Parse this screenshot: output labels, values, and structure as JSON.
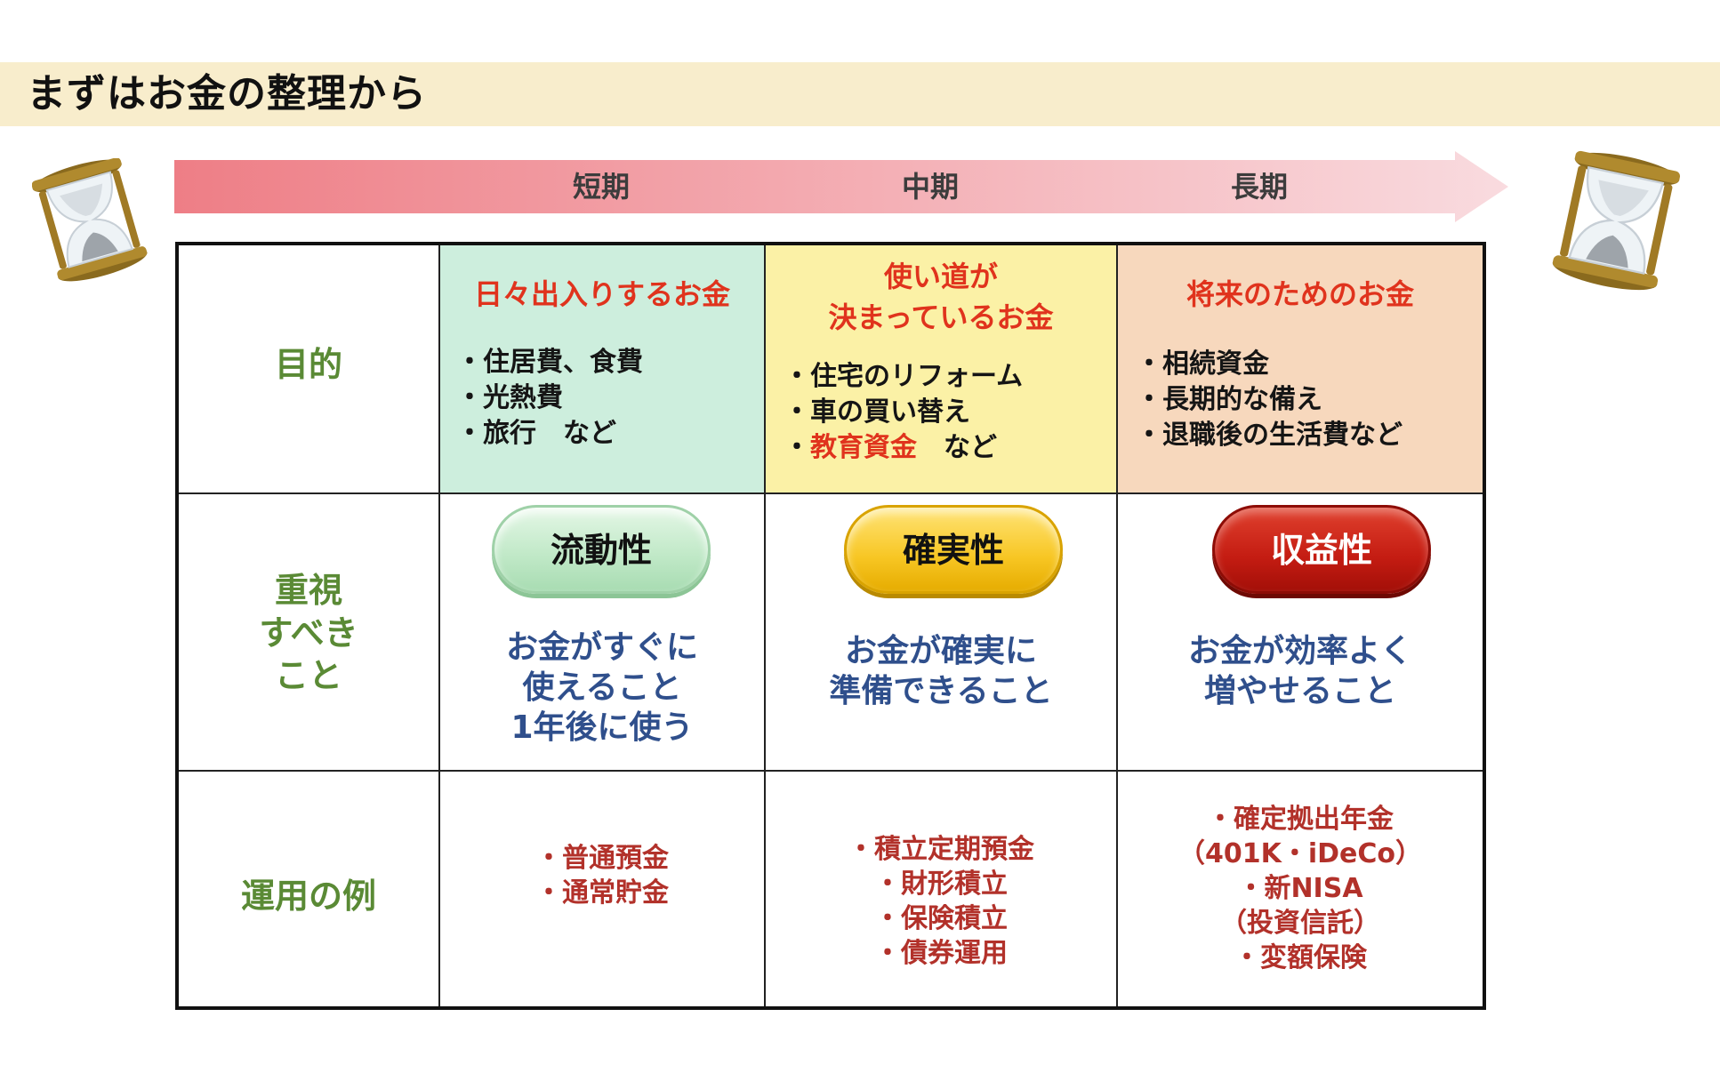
{
  "title": "まずはお金の整理から",
  "timeline": {
    "periods": [
      "短期",
      "中期",
      "長期"
    ]
  },
  "row_labels": {
    "purpose": "目的",
    "priority_lines": [
      "重視",
      "すべき",
      "こと"
    ],
    "examples": "運用の例"
  },
  "columns": [
    {
      "purpose_title_lines": [
        "日々出入りするお金"
      ],
      "purpose_items": [
        "住居費、食費",
        "光熱費",
        "旅行　など"
      ],
      "priority_badge": "流動性",
      "priority_desc_lines": [
        "お金がすぐに",
        "使えること",
        "1年後に使う"
      ],
      "example_lines": [
        "・普通預金",
        "・通常貯金"
      ]
    },
    {
      "purpose_title_lines": [
        "使い道が",
        "決まっているお金"
      ],
      "purpose_items": [
        "住宅のリフォーム",
        "車の買い替え"
      ],
      "purpose_item_highlight": "教育資金",
      "purpose_item_suffix": "　など",
      "priority_badge": "確実性",
      "priority_desc_lines": [
        "お金が確実に",
        "準備できること"
      ],
      "example_lines": [
        "・積立定期預金",
        "・財形積立",
        "・保険積立",
        "・債券運用"
      ]
    },
    {
      "purpose_title_lines": [
        "将来のためのお金"
      ],
      "purpose_items": [
        "相続資金",
        "長期的な備え",
        "退職後の生活費など"
      ],
      "priority_badge": "収益性",
      "priority_desc_lines": [
        "お金が効率よく",
        "増やせること"
      ],
      "example_lines": [
        "・確定拠出年金",
        "（401K・iDeCo）",
        "・新NISA",
        "（投資信託）",
        "・変額保険"
      ]
    }
  ],
  "colors": {
    "title_band": "#f8edcc",
    "arrow_start": "#ee7e86",
    "arrow_end": "#f9dbdf",
    "purpose_short_bg": "#cdeedd",
    "purpose_mid_bg": "#fbf1a6",
    "purpose_long_bg": "#f7d8bd",
    "row_label": "#5a8a35",
    "purpose_title": "#e0331d",
    "goal_text": "#2f4f8c",
    "example_text": "#b2312a"
  },
  "icons": [
    "hourglass-icon",
    "hourglass-icon"
  ]
}
